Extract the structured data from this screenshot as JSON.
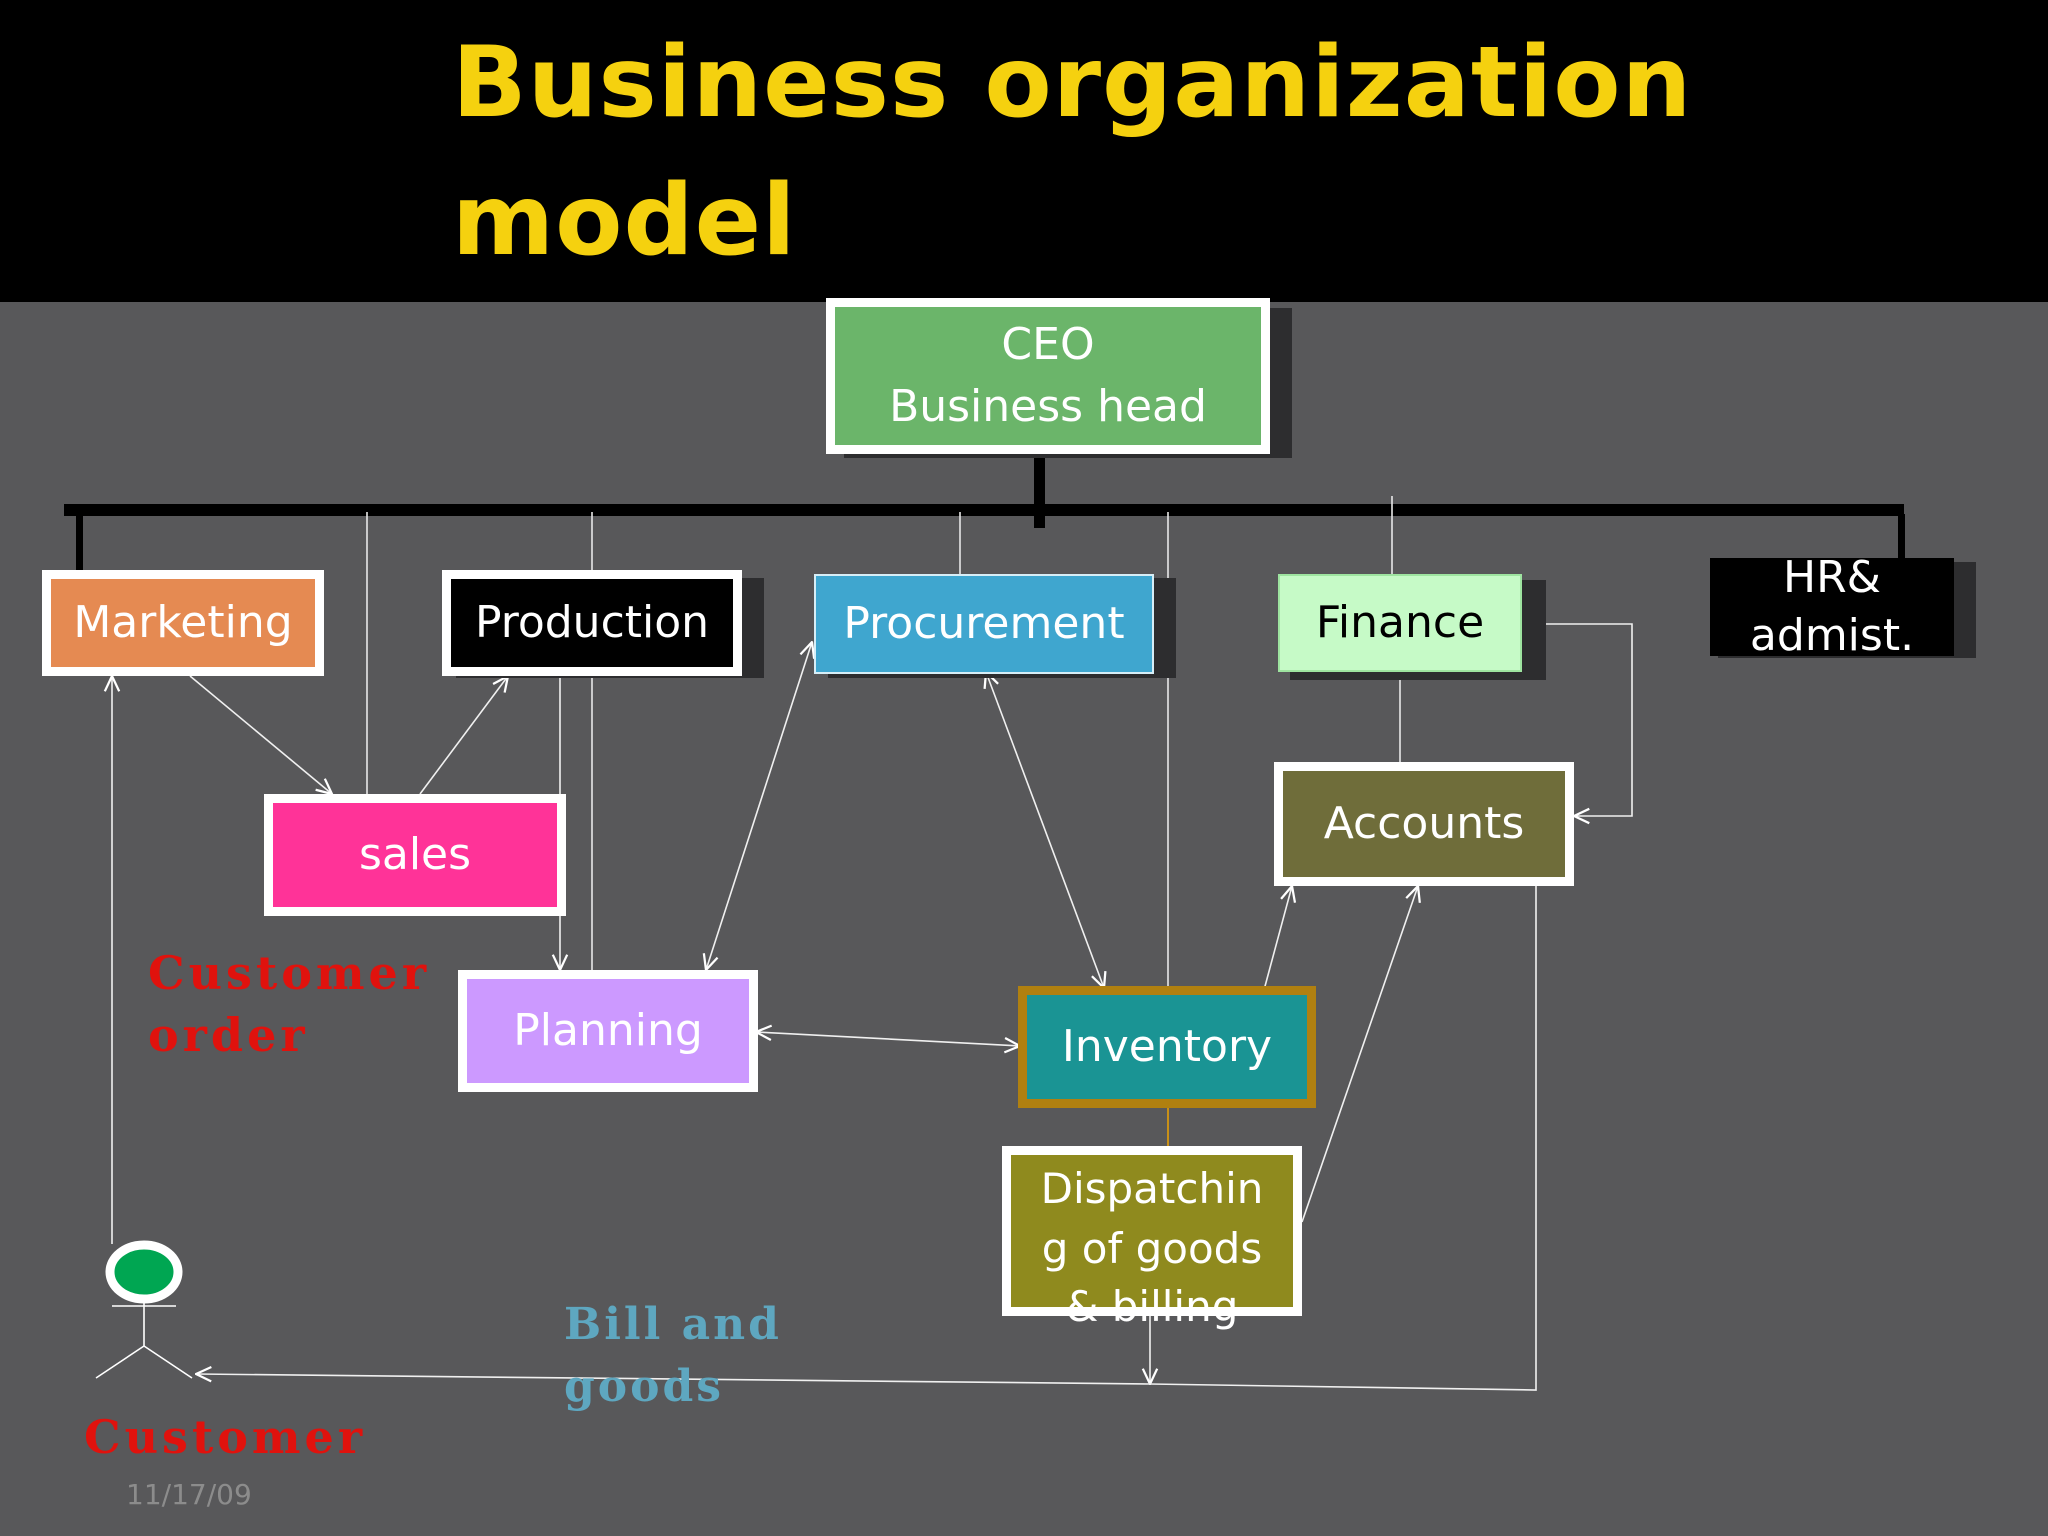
{
  "title": {
    "line1": "Business organization",
    "line2": "model"
  },
  "nodes": {
    "ceo": {
      "line1": "CEO",
      "line2": "Business head"
    },
    "marketing": "Marketing",
    "production": "Production",
    "procurement": "Procurement",
    "finance": "Finance",
    "hr": {
      "line1": "HR&",
      "line2": "admist."
    },
    "sales": "sales",
    "accounts": "Accounts",
    "planning": "Planning",
    "inventory": "Inventory",
    "dispatching": {
      "line1": "Dispatchin",
      "line2": "g of goods",
      "line3": "& billing"
    }
  },
  "labels": {
    "customer_order": {
      "line1": "Customer",
      "line2": "order"
    },
    "bill_and_goods": {
      "line1": "Bill and",
      "line2": "goods"
    },
    "customer": "Customer"
  },
  "footer": {
    "date": "11/17/09"
  },
  "colors": {
    "title": "#f5d10f",
    "ceo": "#6bb56a",
    "marketing": "#e58a52",
    "production": "#000000",
    "procurement": "#3fa6cf",
    "finance": "#c6fac7",
    "sales": "#ff3398",
    "accounts": "#6f6d3a",
    "planning": "#cc99ff",
    "inventory": "#1a9494",
    "dispatching": "#8f8a1e",
    "red_label": "#e0120d",
    "blue_label": "#5ea7c0"
  }
}
